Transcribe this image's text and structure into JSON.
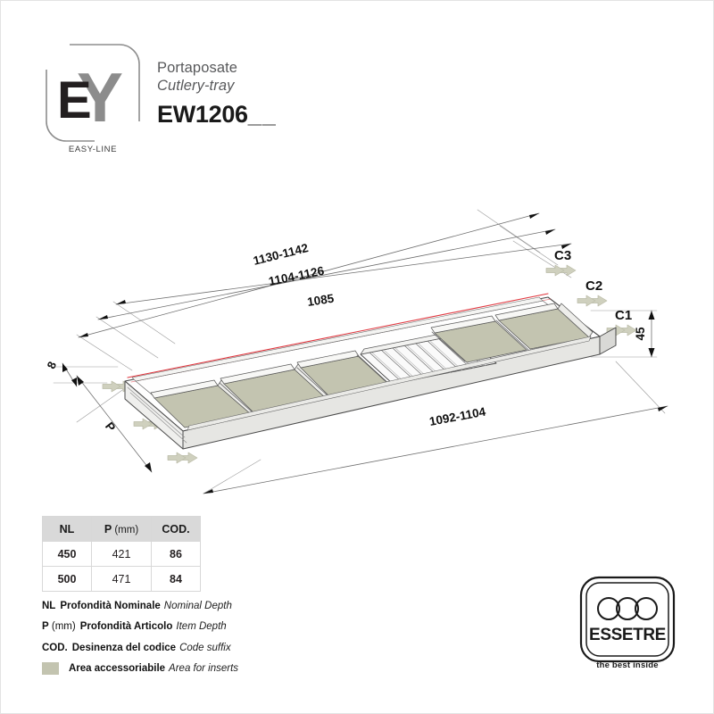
{
  "brand": {
    "logo_letters": "EY",
    "logo_letter_primary": "E",
    "logo_letter_secondary": "Y",
    "caption": "EASY-LINE"
  },
  "title": {
    "name_it": "Portaposate",
    "name_en": "Cutlery-tray",
    "code": "EW1206",
    "code_suffix": "__"
  },
  "drawing": {
    "dimensions": {
      "top_outer": "1130-1142",
      "top_middle": "1104-1126",
      "top_inner": "1085",
      "bottom": "1092-1104",
      "height_right": "45",
      "thickness_left": "8",
      "depth_left": "P"
    },
    "callouts": [
      {
        "label": "C3"
      },
      {
        "label": "C2"
      },
      {
        "label": "C1"
      }
    ],
    "insert_color": "#c3c4b0",
    "arrow_color": "#cfd0be",
    "accent_line_color": "#e0343c"
  },
  "table": {
    "headers": [
      {
        "label": "NL",
        "unit": ""
      },
      {
        "label": "P",
        "unit": " (mm)"
      },
      {
        "label": "COD.",
        "unit": ""
      }
    ],
    "rows": [
      {
        "nl": "450",
        "p": "421",
        "cod": "86"
      },
      {
        "nl": "500",
        "p": "471",
        "cod": "84"
      }
    ]
  },
  "legend": [
    {
      "key": "NL",
      "key_thin": "",
      "it": "Profondità Nominale",
      "en": "Nominal Depth"
    },
    {
      "key": "P",
      "key_thin": " (mm)",
      "it": "Profondità Articolo",
      "en": "Item Depth"
    },
    {
      "key": "COD.",
      "key_thin": "",
      "it": "Desinenza del codice",
      "en": "Code suffix"
    },
    {
      "key": "",
      "key_thin": "",
      "it": "Area accessoriabile",
      "en": "Area for inserts"
    }
  ],
  "company": {
    "name": "ESSETRE",
    "tagline": "the best inside"
  }
}
